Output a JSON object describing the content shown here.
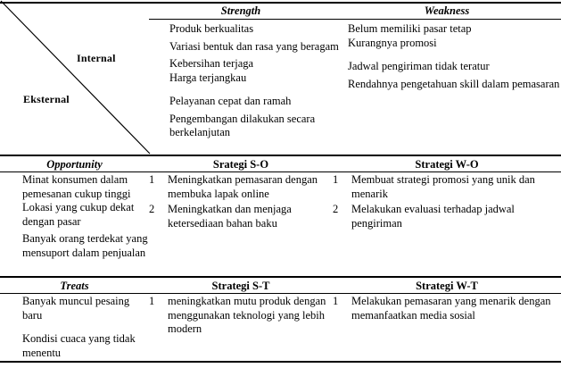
{
  "matrix": {
    "axis_labels": {
      "internal": "Internal",
      "eksternal": "Eksternal"
    },
    "headers": {
      "strength": "Strength",
      "weakness": "Weakness",
      "opportunity": "Opportunity",
      "strategi_so": "Srategi S-O",
      "strategi_wo": "Strategi W-O",
      "treats": "Treats",
      "strategi_st": "Strategi S-T",
      "strategi_wt": "Strategi W-T"
    },
    "strength_items": [
      "Produk berkualitas",
      "Variasi bentuk dan rasa yang beragam",
      "Kebersihan terjaga",
      "Harga terjangkau",
      "Pelayanan cepat dan ramah",
      "Pengembangan dilakukan secara berkelanjutan"
    ],
    "weakness_items": [
      "Belum memiliki pasar tetap",
      "Kurangnya promosi",
      "Jadwal pengiriman tidak teratur",
      "Rendahnya pengetahuan skill dalam pemasaran"
    ],
    "opportunity_items": [
      "Minat konsumen dalam pemesanan cukup tinggi",
      "Lokasi yang cukup dekat dengan pasar",
      "Banyak orang terdekat yang mensuport dalam penjualan"
    ],
    "treats_items": [
      "Banyak muncul pesaing baru",
      "Kondisi cuaca yang tidak menentu"
    ],
    "strategi_so_items": [
      {
        "number": "1",
        "text": "Meningkatkan pemasaran dengan membuka lapak online"
      },
      {
        "number": "2",
        "text": "Meningkatkan dan menjaga ketersediaan bahan baku"
      }
    ],
    "strategi_wo_items": [
      {
        "number": "1",
        "text": "Membuat strategi promosi yang unik dan menarik"
      },
      {
        "number": "2",
        "text": "Melakukan evaluasi terhadap jadwal pengiriman"
      }
    ],
    "strategi_st_items": [
      {
        "number": "1",
        "text": "meningkatkan mutu produk dengan menggunakan teknologi yang lebih modern"
      }
    ],
    "strategi_wt_items": [
      {
        "number": "1",
        "text": "Melakukan pemasaran yang menarik dengan memanfaatkan media sosial"
      }
    ]
  },
  "colors": {
    "rule": "#000000",
    "text": "#000000",
    "background": "#ffffff"
  }
}
